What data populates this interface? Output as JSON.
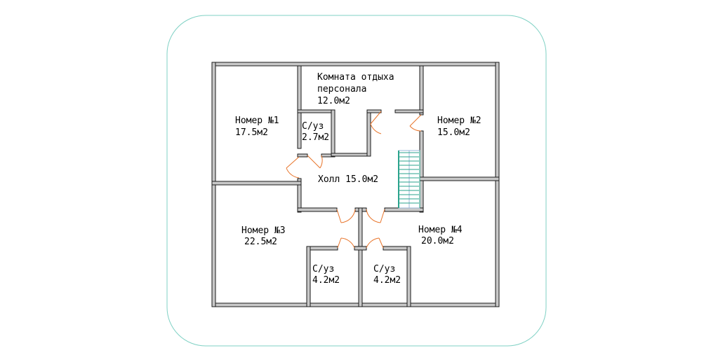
{
  "colors": {
    "frame": "#7fd1c4",
    "wall_fill": "#c8c8c8",
    "wall_stroke": "#1a1a1a",
    "door": "#e8742a",
    "stair": "#2aa38c",
    "stair_rail": "#9bb8d8"
  },
  "rooms": {
    "staff_room": {
      "name_line1": "Комната отдыха",
      "name_line2": "персонала",
      "area": "12.0м2"
    },
    "room1": {
      "name": "Номер №1",
      "area": "17.5м2"
    },
    "room2": {
      "name": "Номер №2",
      "area": "15.0м2"
    },
    "room3": {
      "name": "Номер №3",
      "area": "22.5м2"
    },
    "room4": {
      "name": "Номер №4",
      "area": "20.0м2"
    },
    "wc_top": {
      "name": "С/уз",
      "area": "2.7м2"
    },
    "wc_left": {
      "name": "С/уз",
      "area": "4.2м2"
    },
    "wc_right": {
      "name": "С/уз",
      "area": "4.2м2"
    },
    "hall": {
      "label": "Холл 15.0м2"
    }
  }
}
